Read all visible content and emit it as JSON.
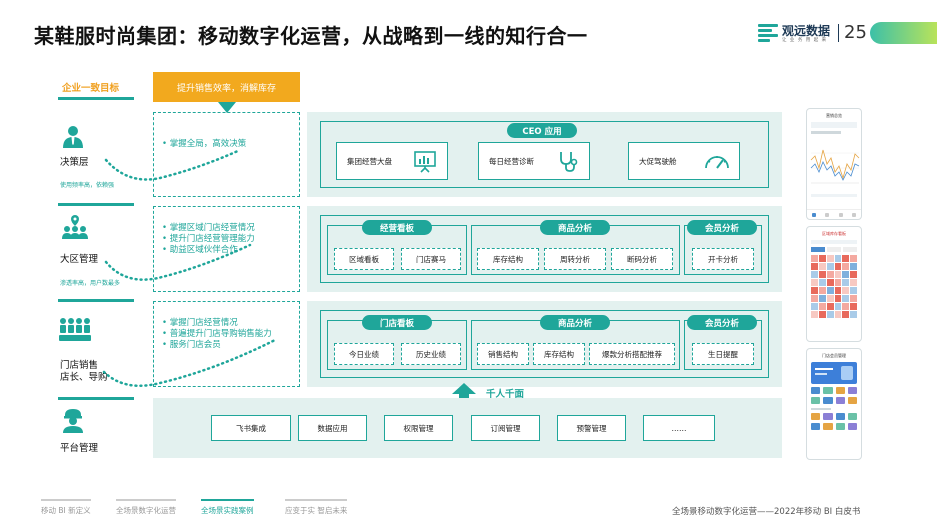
{
  "title": "某鞋服时尚集团：移动数字化运营，从战略到一线的知行合一",
  "brand": {
    "name": "观远数据",
    "tagline": "让 业 务 用 起 来"
  },
  "page_number": "25",
  "goal_label": "企业一致目标",
  "goal_box": "提升销售效率，消解库存",
  "roles": [
    {
      "name": "决策层",
      "note": "使用频率高，依赖强"
    },
    {
      "name": "大区管理",
      "note": "渗透率高，用户数最多"
    },
    {
      "name": "门店销售",
      "name2": "店长、导购",
      "note": ""
    },
    {
      "name": "平台管理",
      "note": ""
    }
  ],
  "goals": [
    {
      "items": [
        "掌握全局，高效决策"
      ]
    },
    {
      "items": [
        "掌握区域门店经营情况",
        "提升门店经营管理能力",
        "助益区域伙伴合作"
      ]
    },
    {
      "items": [
        "掌握门店经营情况",
        "普遍提升门店导购销售能力",
        "服务门店会员"
      ]
    }
  ],
  "ceo": {
    "title": "CEO 应用",
    "cells": [
      "集团经营大盘",
      "每日经营诊断",
      "大促驾驶舱"
    ]
  },
  "region": {
    "groups": [
      {
        "title": "经营看板",
        "cells": [
          "区域看板",
          "门店赛马"
        ]
      },
      {
        "title": "商品分析",
        "cells": [
          "库存结构",
          "周转分析",
          "断码分析"
        ]
      },
      {
        "title": "会员分析",
        "cells": [
          "开卡分析"
        ]
      }
    ]
  },
  "store": {
    "groups": [
      {
        "title": "门店看板",
        "cells": [
          "今日业绩",
          "历史业绩"
        ]
      },
      {
        "title": "商品分析",
        "cells": [
          "销售结构",
          "库存结构",
          "爆款分析搭配推荐"
        ]
      },
      {
        "title": "会员分析",
        "cells": [
          "生日提醒"
        ]
      }
    ]
  },
  "up_label": "千人千面",
  "platform": {
    "cells": [
      "飞书集成",
      "数据应用",
      "权限管理",
      "订阅管理",
      "预警管理",
      "……"
    ]
  },
  "phones": {
    "p1_title": "营销总览",
    "p2_title": "区域库存看板",
    "p3_title": "门店会员管理"
  },
  "footer": {
    "nav": [
      "移动 BI 新定义",
      "全场景数字化运营",
      "全场景实践案例",
      "应变于实 智启未来"
    ],
    "active_index": 2,
    "right": "全场景移动数字化运营——2022年移动 BI 白皮书"
  },
  "colors": {
    "accent": "#1fa69a",
    "goal": "#f2a91e",
    "panel": "#e3f1ef"
  }
}
